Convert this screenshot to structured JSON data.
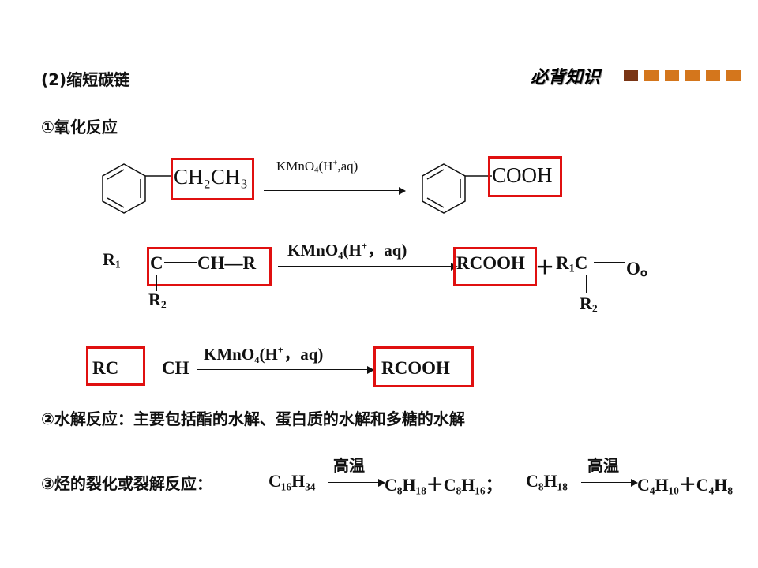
{
  "header": {
    "section": "(2)缩短碳链",
    "badge": "必背知识",
    "squares": [
      "#7a3515",
      "#d4761c",
      "#d4761c",
      "#d4761c",
      "#d4761c",
      "#d4761c"
    ]
  },
  "oxidation": {
    "heading": "①氧化反应",
    "r1": {
      "substituent": "CH₂CH₃",
      "reagent_main": "KMnO",
      "reagent_sub": "4",
      "reagent_rest": "(H",
      "reagent_sup": "+",
      "reagent_end": ",aq)",
      "product": "COOH"
    },
    "r2": {
      "r1": "R",
      "r1_sub": "1",
      "left_c": "C",
      "left_rest": "CH—R",
      "r2": "R",
      "r2_sub": "2",
      "reagent": "KMnO₄(H",
      "reagent_sup": "+",
      "reagent_end": "，aq)",
      "product1": "RCOOH",
      "plus": "＋",
      "product2_a": "R",
      "product2_sub": "1",
      "product2_b": "C",
      "product2_o": "O。",
      "product2_r": "R",
      "product2_rsub": "2"
    },
    "r3": {
      "left": "RC",
      "left_rest": "CH",
      "reagent": "KMnO₄(H",
      "reagent_sup": "+",
      "reagent_end": "，aq)",
      "product": "RCOOH"
    }
  },
  "hydrolysis": {
    "text": "②水解反应：主要包括酯的水解、蛋白质的水解和多糖的水解"
  },
  "cracking": {
    "label": "③烃的裂化或裂解反应：",
    "cond1": "高温",
    "reactant1": "C₁₆H₃₄",
    "products1": "C₈H₁₈＋C₈H₁₆；",
    "cond2": "高温",
    "reactant2": "C₈H₁₈",
    "products2": "C₄H₁₀＋C₄H₈"
  }
}
